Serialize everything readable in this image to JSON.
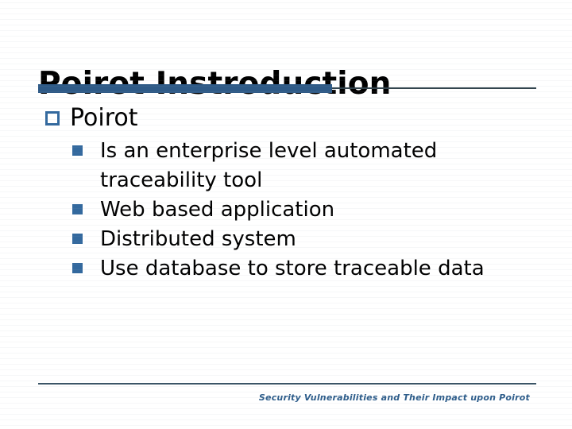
{
  "slide": {
    "title": "Poirot Instroduction",
    "colors": {
      "accent_blue": "#2e5a87",
      "bullet_blue": "#33699e",
      "rule_dark": "#33454f",
      "footer_blue": "#2c5c8a",
      "text": "#000000",
      "background": "#ffffff"
    },
    "bullets": [
      {
        "level": 1,
        "marker": "hollow-square-bullet",
        "text": "Poirot",
        "children": [
          {
            "level": 2,
            "marker": "filled-square-bullet",
            "text": "Is an enterprise level automated traceability tool"
          },
          {
            "level": 2,
            "marker": "filled-square-bullet",
            "text": "Web based application"
          },
          {
            "level": 2,
            "marker": "filled-square-bullet",
            "text": "Distributed system"
          },
          {
            "level": 2,
            "marker": "filled-square-bullet",
            "text": "Use database to store traceable data"
          }
        ]
      }
    ],
    "footer": {
      "text": "Security Vulnerabilities and Their Impact upon Poirot"
    }
  }
}
